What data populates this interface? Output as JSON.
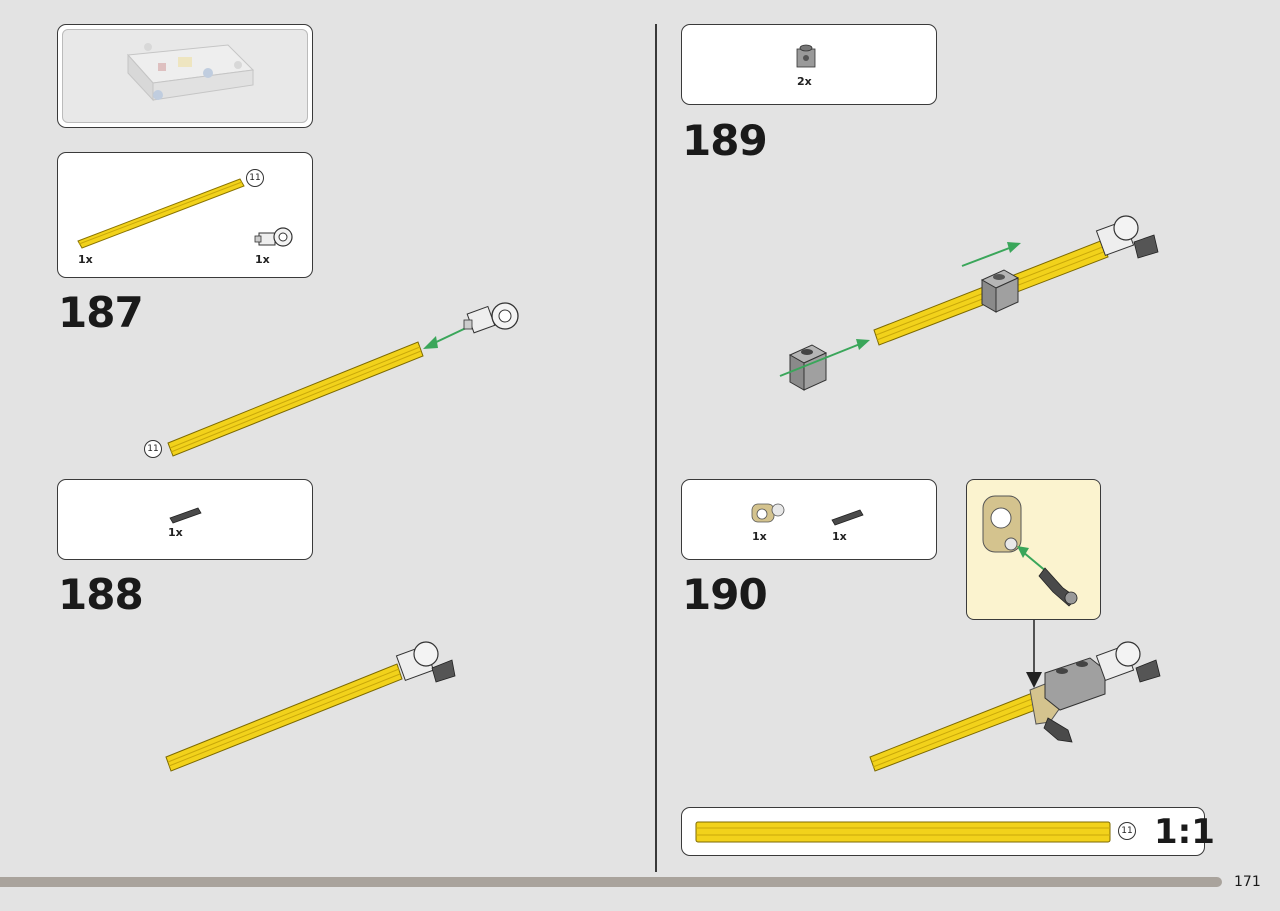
{
  "page": {
    "number": "171"
  },
  "steps": {
    "s187": {
      "number": "187",
      "parts": [
        {
          "qty": "1x",
          "name": "axle-11"
        },
        {
          "qty": "1x",
          "name": "axle-connector"
        }
      ],
      "axle_length": "11"
    },
    "s188": {
      "number": "188",
      "parts": [
        {
          "qty": "1x",
          "name": "pin-with-axle"
        }
      ]
    },
    "s189": {
      "number": "189",
      "parts": [
        {
          "qty": "2x",
          "name": "technic-brick-1x1"
        }
      ]
    },
    "s190": {
      "number": "190",
      "parts": [
        {
          "qty": "1x",
          "name": "axle-pin-connector-tan"
        },
        {
          "qty": "1x",
          "name": "pin-with-axle"
        }
      ]
    }
  },
  "scale_reference": {
    "axle_length": "11",
    "label": "1:1"
  },
  "colors": {
    "axle_yellow": "#f2d21b",
    "arrow_green": "#3aa65a",
    "callout_bg": "#fbf3cf",
    "brick_gray": "#9a9a9a",
    "tan": "#d4c38e"
  }
}
